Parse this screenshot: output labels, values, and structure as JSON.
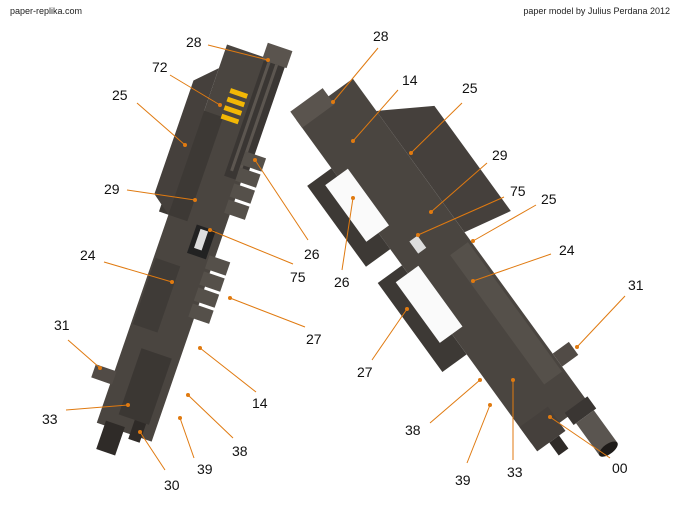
{
  "header": {
    "site": "paper-replika.com",
    "credit": "paper model by Julius Perdana 2012"
  },
  "colors": {
    "leader": "#e07a10",
    "body": "#4a4540",
    "body_dark": "#2f2b28",
    "body_light": "#615b55",
    "stripe": "#f2b705"
  },
  "left_view": {
    "labels": [
      "28",
      "72",
      "25",
      "29",
      "26",
      "75",
      "24",
      "27",
      "31",
      "14",
      "33",
      "38",
      "39",
      "30"
    ]
  },
  "right_view": {
    "labels": [
      "28",
      "14",
      "25",
      "29",
      "75",
      "25",
      "24",
      "26",
      "27",
      "31",
      "38",
      "39",
      "33",
      "00"
    ]
  }
}
